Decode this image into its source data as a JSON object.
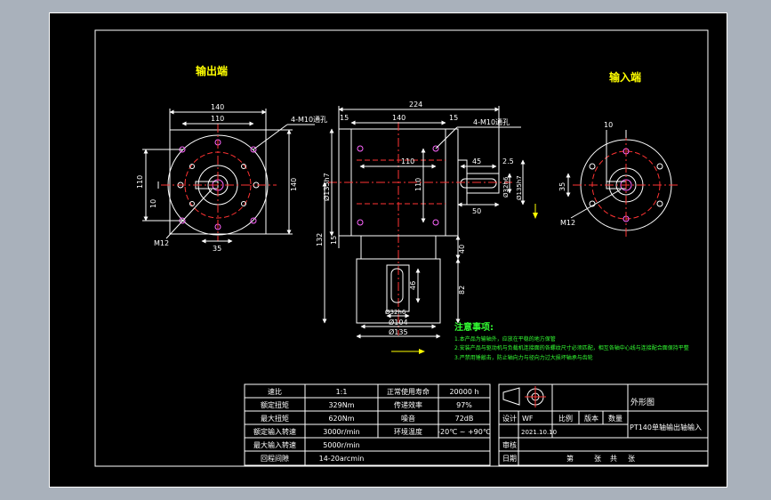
{
  "colors": {
    "frame": "#ffffff",
    "outline": "#ffffff",
    "dimension": "#ffffff",
    "centerline": "#ff3333",
    "hidden": "#ff3333",
    "holes": "#ff66ff",
    "title": "#ffff00",
    "notes": "#33ff33",
    "arrow": "#ffff00",
    "background": "#000000",
    "page": "#a9b1bb"
  },
  "views": {
    "output_title": "输出端",
    "input_title": "输入端"
  },
  "dims": {
    "left_140": "140",
    "left_110": "110",
    "left_holes": "4-M10通孔",
    "left_110_v": "110",
    "left_10": "10",
    "left_140_v": "140",
    "left_m12": "M12",
    "left_35": "35",
    "mid_224": "224",
    "mid_15a": "15",
    "mid_140": "140",
    "mid_15b": "15",
    "mid_holes": "4-M10通孔",
    "mid_110": "110",
    "mid_45": "45",
    "mid_25": "2.5",
    "mid_110_v": "110",
    "mid_phi135": "Ø135h7",
    "mid_phi32_r": "Ø32h6",
    "mid_phi135_r": "Ø135h7",
    "mid_50": "50",
    "mid_132": "132",
    "mid_15v": "15",
    "mid_40": "40",
    "mid_46": "46",
    "mid_82": "82",
    "mid_phi32_b": "Ø32h6",
    "mid_phi104": "Ø104",
    "mid_phi135_b": "Ø135",
    "right_10": "10",
    "right_35": "35",
    "right_m12": "M12"
  },
  "notes": {
    "heading": "注意事项:",
    "items": [
      "1.本产品为输轴外，应放在平稳的地方保管",
      "2.安装产品与驱动机与负载机连接面的各螺纹尺寸必须匹配，相互各轴中心线与连接配合面保持平整",
      "3.严禁用锤敲击，防止轴向力与径向力过大损坏轴承与齿轮"
    ]
  },
  "specs": [
    [
      "速比",
      "1:1",
      "正常使用寿命",
      "20000 h"
    ],
    [
      "额定扭矩",
      "329Nm",
      "传递效率",
      "97%"
    ],
    [
      "最大扭矩",
      "620Nm",
      "噪音",
      "72dB"
    ],
    [
      "额定输入转速",
      "3000r/min",
      "环境温度",
      "-20℃ ~ +90℃"
    ],
    [
      "最大输入转速",
      "5000r/min",
      "",
      ""
    ],
    [
      "回程间隙",
      "14-20arcmin",
      "",
      ""
    ]
  ],
  "title_block": {
    "drawing_name": "外形图",
    "part_name": "PT140单轴输出轴输入",
    "row_design": [
      "设计",
      "WF",
      "比例",
      "版本",
      "数量"
    ],
    "date_value": "2021.10.10",
    "review": "审核",
    "date_label": "日期",
    "sheet_row": [
      "第",
      "张",
      "共",
      "张"
    ]
  }
}
